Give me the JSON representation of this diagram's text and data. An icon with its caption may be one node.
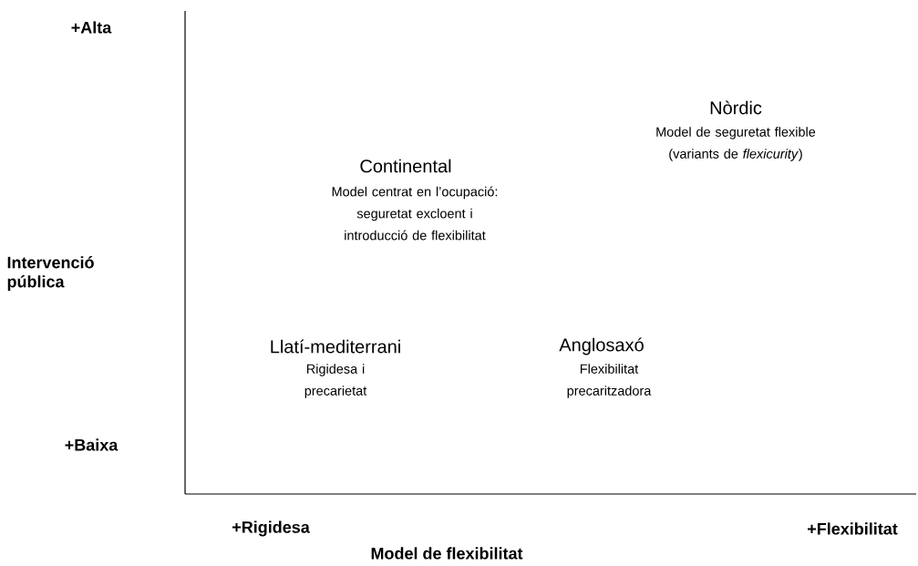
{
  "diagram": {
    "labels": [
      "+Alta",
      "Nòrdic",
      "Model de seguretat flexible (variants de *flexicurity*)",
      "Continental",
      "Model centrat en l’ocupació: seguretat excloent i introducció de flexibilitat",
      "Intervenció pública",
      "Llatí-mediterrani",
      "Rigidesa i precarietat",
      "Anglosaxó",
      "Flexibilitat precaritzadora",
      "+Baixa",
      "+Rigidesa",
      "+Flexibilitat",
      "Model de flexibilitat"
    ]
  }
}
